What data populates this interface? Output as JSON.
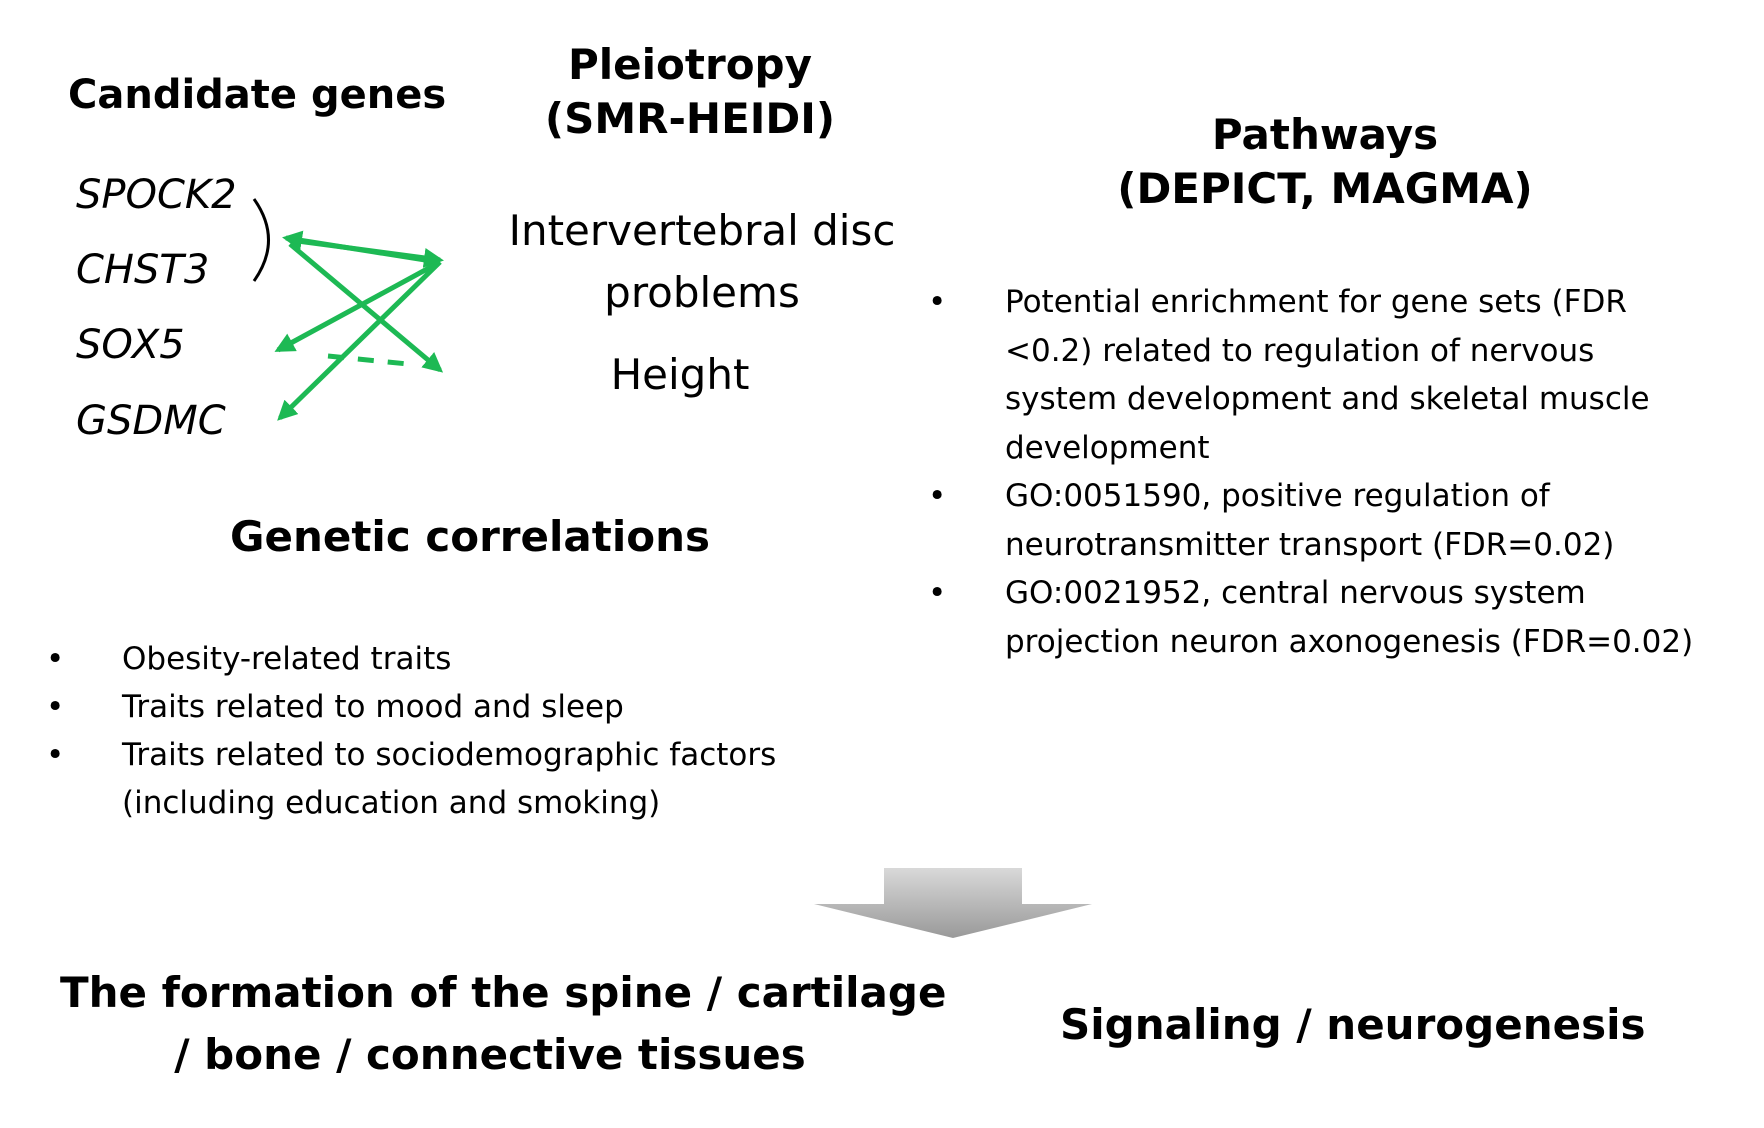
{
  "candidate_genes": {
    "title": "Candidate genes",
    "genes": [
      "SPOCK2",
      "CHST3",
      "SOX5",
      "GSDMC"
    ]
  },
  "pleiotropy": {
    "title_line1": "Pleiotropy",
    "title_line2": "(SMR-HEIDI)",
    "trait1_line1": "Intervertebral disc",
    "trait1_line2": "problems",
    "trait2": "Height"
  },
  "pathways": {
    "title_line1": "Pathways",
    "title_line2": "(DEPICT, MAGMA)",
    "items": [
      "Potential enrichment for gene sets (FDR <0.2) related to regulation of nervous system development and skeletal muscle development",
      "GO:0051590, positive regulation of neurotransmitter transport  (FDR=0.02)",
      "GO:0021952, central nervous system projection neuron axonogenesis (FDR=0.02)"
    ]
  },
  "genetic_correlations": {
    "title": "Genetic correlations",
    "items": [
      "Obesity-related traits",
      "Traits related to mood and sleep",
      "Traits related to sociodemographic factors (including education and smoking)"
    ]
  },
  "conclusions": {
    "left_line1": "The formation of the spine / cartilage",
    "left_line2": "/ bone / connective tissues",
    "right": "Signaling / neurogenesis"
  },
  "bullet_symbol": "•",
  "colors": {
    "arrow_green": "#1db954",
    "down_arrow_light": "#d4d4d4",
    "down_arrow_dark": "#9a9a9a",
    "text": "#000000"
  }
}
